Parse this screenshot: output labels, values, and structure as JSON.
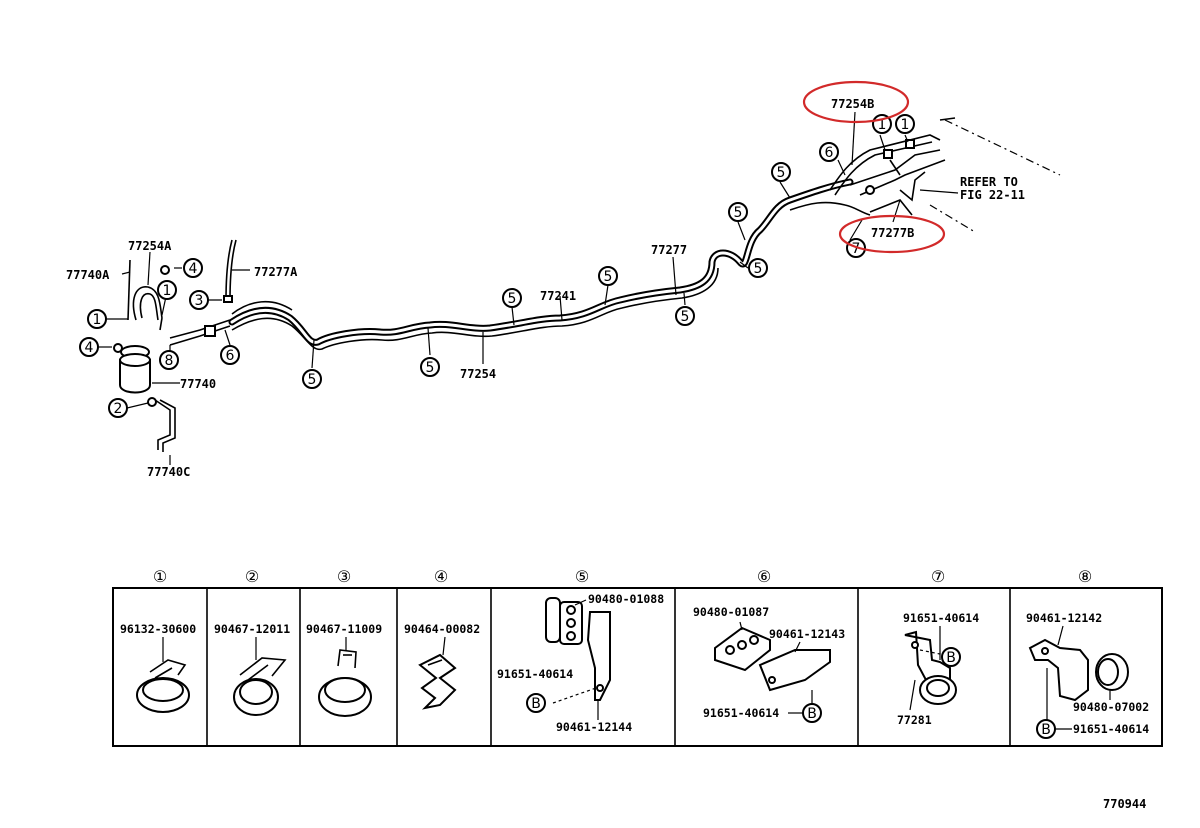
{
  "figure_id": "770944",
  "callouts": {
    "p77254B": "77254B",
    "p77277B": "77277B",
    "p77254A": "77254A",
    "p77740A": "77740A",
    "p77277A": "77277A",
    "p77740": "77740",
    "p77740C": "77740C",
    "p77254": "77254",
    "p77241": "77241",
    "p77277": "77277",
    "refer1": "REFER TO",
    "refer2": "FIG 22-11"
  },
  "markers": {
    "m1": "1",
    "m2": "2",
    "m3": "3",
    "m4": "4",
    "m5": "5",
    "m6": "6",
    "m7": "7",
    "m8": "8"
  },
  "table": {
    "headers": [
      "①",
      "②",
      "③",
      "④",
      "⑤",
      "⑥",
      "⑦",
      "⑧"
    ],
    "c1": "96132-30600",
    "c2": "90467-12011",
    "c3": "90467-11009",
    "c4": "90464-00082",
    "c5a": "90480-01088",
    "c5b": "91651-40614",
    "c5c": "90461-12144",
    "c6a": "90480-01087",
    "c6b": "90461-12143",
    "c6c": "91651-40614",
    "c7a": "91651-40614",
    "c7b": "77281",
    "c8a": "90461-12142",
    "c8b": "90480-07002",
    "c8c": "91651-40614",
    "bolt": "B"
  },
  "highlight_color": "#d22a2a"
}
